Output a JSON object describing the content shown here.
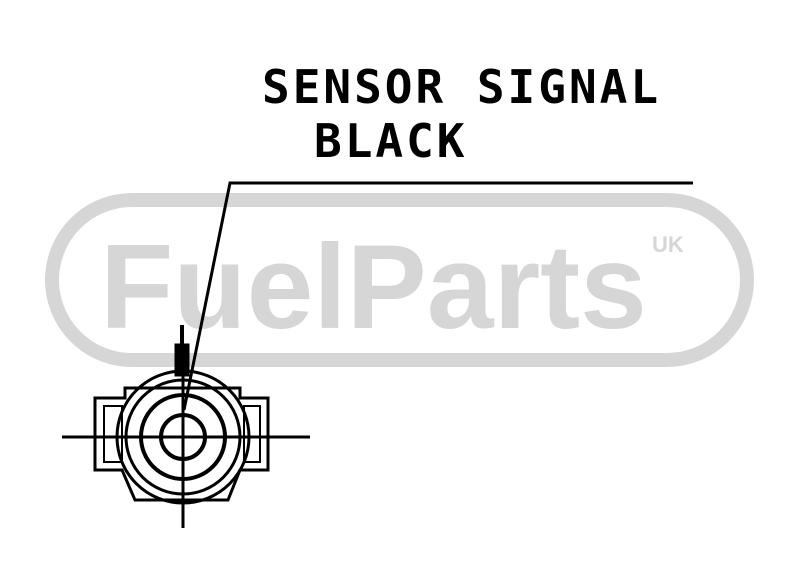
{
  "callout": {
    "line1": "SENSOR SIGNAL",
    "line2": "BLACK"
  },
  "watermark": {
    "brand": "FuelParts",
    "region": "UK",
    "color": "#d6d6d6"
  },
  "colors": {
    "ink": "#000000",
    "background": "#ffffff"
  }
}
